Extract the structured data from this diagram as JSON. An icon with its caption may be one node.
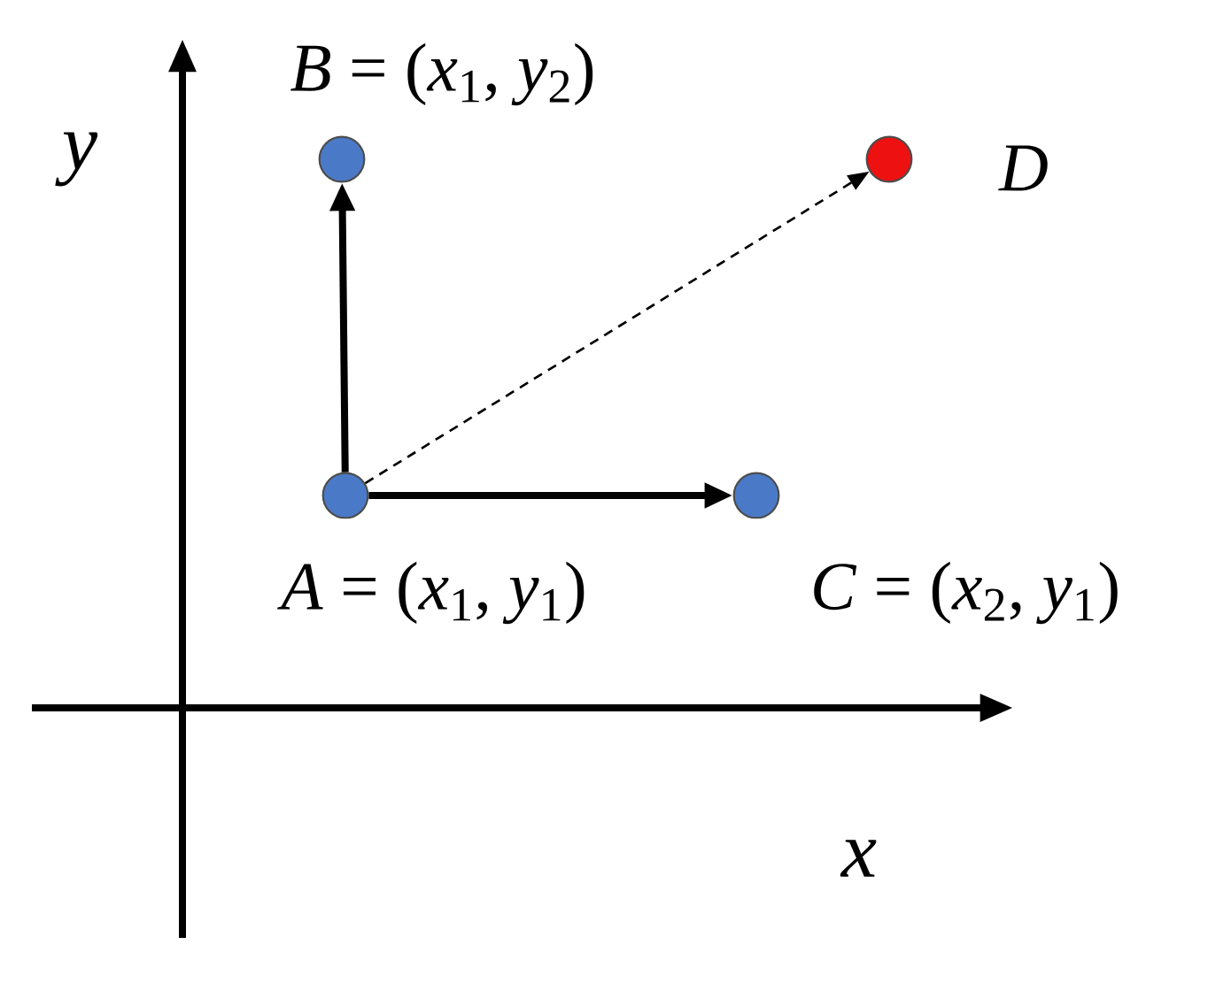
{
  "diagram": {
    "nodes": [
      {
        "text": [],
        "shape": "circle",
        "beside": [
          "*A* = (*x*$_{1}$, *y*$_{1}$)"
        ]
      },
      {
        "text": [],
        "shape": "circle",
        "beside": [
          "*B* = (*x*$_{1}$, *y*$_{2}$)"
        ]
      },
      {
        "text": [],
        "shape": "circle",
        "beside": [
          "*C* = (*x*$_{2}$, *y*$_{1}$)"
        ]
      },
      {
        "text": [],
        "shape": "circle",
        "beside": [
          "*D*"
        ]
      }
    ],
    "edges": [
      {
        "from": 0,
        "to": 1,
        "arrow": "to"
      },
      {
        "from": 0,
        "to": 2,
        "arrow": "to"
      },
      {
        "from": 0,
        "to": 3,
        "arrow": "to",
        "style": "dashed"
      }
    ],
    "labels": [
      "y",
      "x"
    ]
  }
}
